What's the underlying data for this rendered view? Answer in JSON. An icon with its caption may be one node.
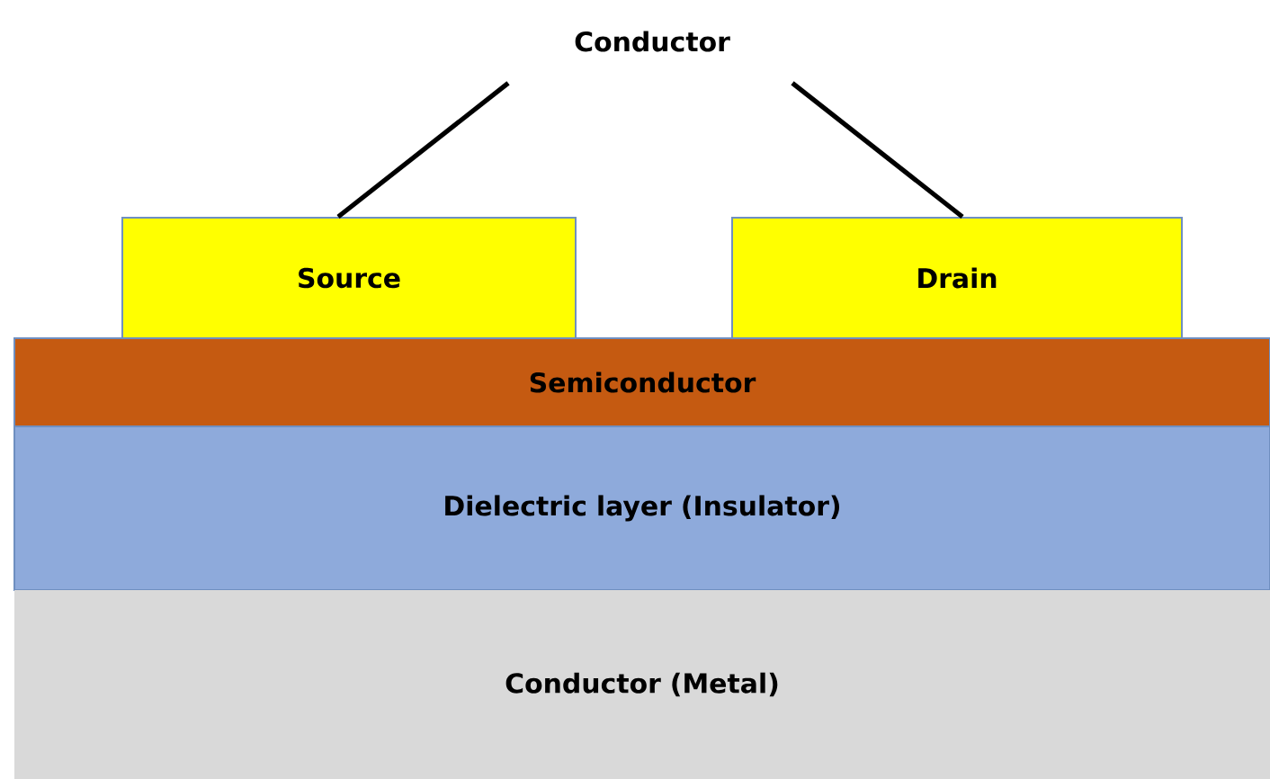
{
  "diagram": {
    "nodes": [
      {
        "text": [
          "Conductor"
        ]
      },
      {
        "text": [
          "Source"
        ]
      },
      {
        "text": [
          "Drain"
        ]
      },
      {
        "text": [
          "Semiconductor"
        ]
      },
      {
        "text": [
          "Dielectric layer (Insulator)"
        ]
      },
      {
        "text": [
          "Conductor (Metal)"
        ]
      }
    ],
    "edges": [
      {
        "from": 0,
        "to": 1,
        "arrow": "none"
      },
      {
        "from": 0,
        "to": 2,
        "arrow": "none"
      }
    ]
  }
}
